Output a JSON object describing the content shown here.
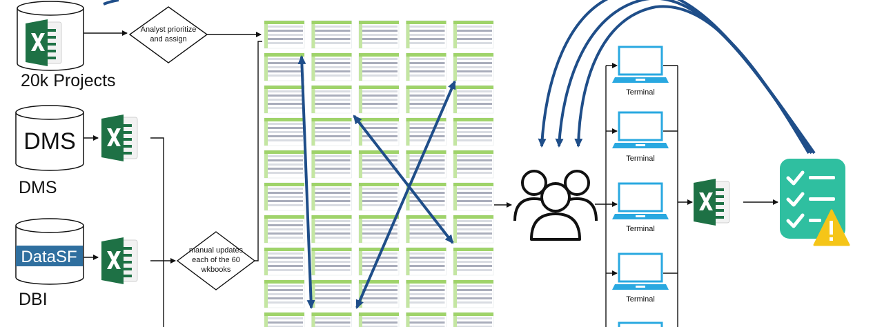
{
  "sources": [
    {
      "cylinder_text": "",
      "label": "20k Projects"
    },
    {
      "cylinder_text": "DMS",
      "label": "DMS"
    },
    {
      "cylinder_text": "DataSF",
      "label": "DBI"
    }
  ],
  "decisions": [
    {
      "line1": "Analyst prioritize",
      "line2": "and assign",
      "line3": ""
    },
    {
      "line1": "manual updates",
      "line2": "each of the 60",
      "line3": "wkbooks"
    }
  ],
  "terminals": [
    "Terminal",
    "Terminal",
    "Terminal",
    "Terminal"
  ],
  "icons": [
    "excel-icon",
    "database-icon",
    "users-icon",
    "computer-icon",
    "checklist-icon",
    "warning-icon"
  ],
  "colors": {
    "excel_green": "#1e7145",
    "arrow_blue": "#1f4e89",
    "sheet_green": "#9fd36a",
    "terminal_blue": "#29a8e0",
    "checklist_teal": "#2fbfa0",
    "warning_yellow": "#f5c518",
    "datasf_blue": "#2f6f9f"
  },
  "spreadsheet_grid": {
    "columns": 5,
    "rows": 10
  }
}
